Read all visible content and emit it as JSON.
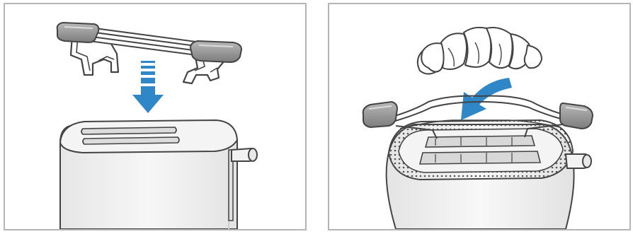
{
  "figure": {
    "panels": [
      {
        "id": "step-1",
        "illustration": "rack-lowered-onto-toaster",
        "arrow": "straight-down-arrow-icon"
      },
      {
        "id": "step-2",
        "illustration": "croissant-placed-on-attached-rack",
        "arrow": "curved-down-arrow-icon"
      }
    ],
    "colors": {
      "outline": "#444444",
      "frame": "#b5b5b5",
      "arrow": "#2f87c8",
      "rack_grip": "#8d8d8d",
      "toaster_body": "#f2f2f2",
      "crumb_dots": "#555555"
    }
  }
}
